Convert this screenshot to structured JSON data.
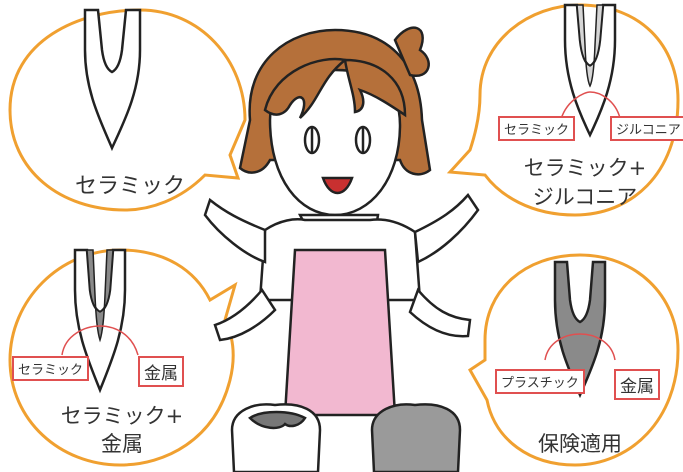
{
  "bubbles": {
    "top_left": {
      "title": "セラミック"
    },
    "top_right": {
      "title_line1": "セラミック+",
      "title_line2": "ジルコニア",
      "tag_left": "セラミック",
      "tag_right": "ジルコニア"
    },
    "bottom_left": {
      "title_line1": "セラミック+",
      "title_line2": "金属",
      "tag_left": "セラミック",
      "tag_right": "金属"
    },
    "bottom_right": {
      "title": "保険適用",
      "tag_left": "プラスチック",
      "tag_right": "金属"
    }
  },
  "colors": {
    "bubble_border": "#f0a030",
    "tag_border": "#e05050",
    "apron": "#f2b8d0",
    "hair": "#b5703a",
    "metal": "#8a8a8a",
    "zirconia": "#d6d6d6"
  },
  "icons": [
    "pointing-girl-illustration",
    "tooth-crown-icon",
    "tooth-crown-icon",
    "tooth-crown-icon",
    "tooth-crown-icon",
    "tooth-molar-icon",
    "tooth-molar-icon"
  ]
}
